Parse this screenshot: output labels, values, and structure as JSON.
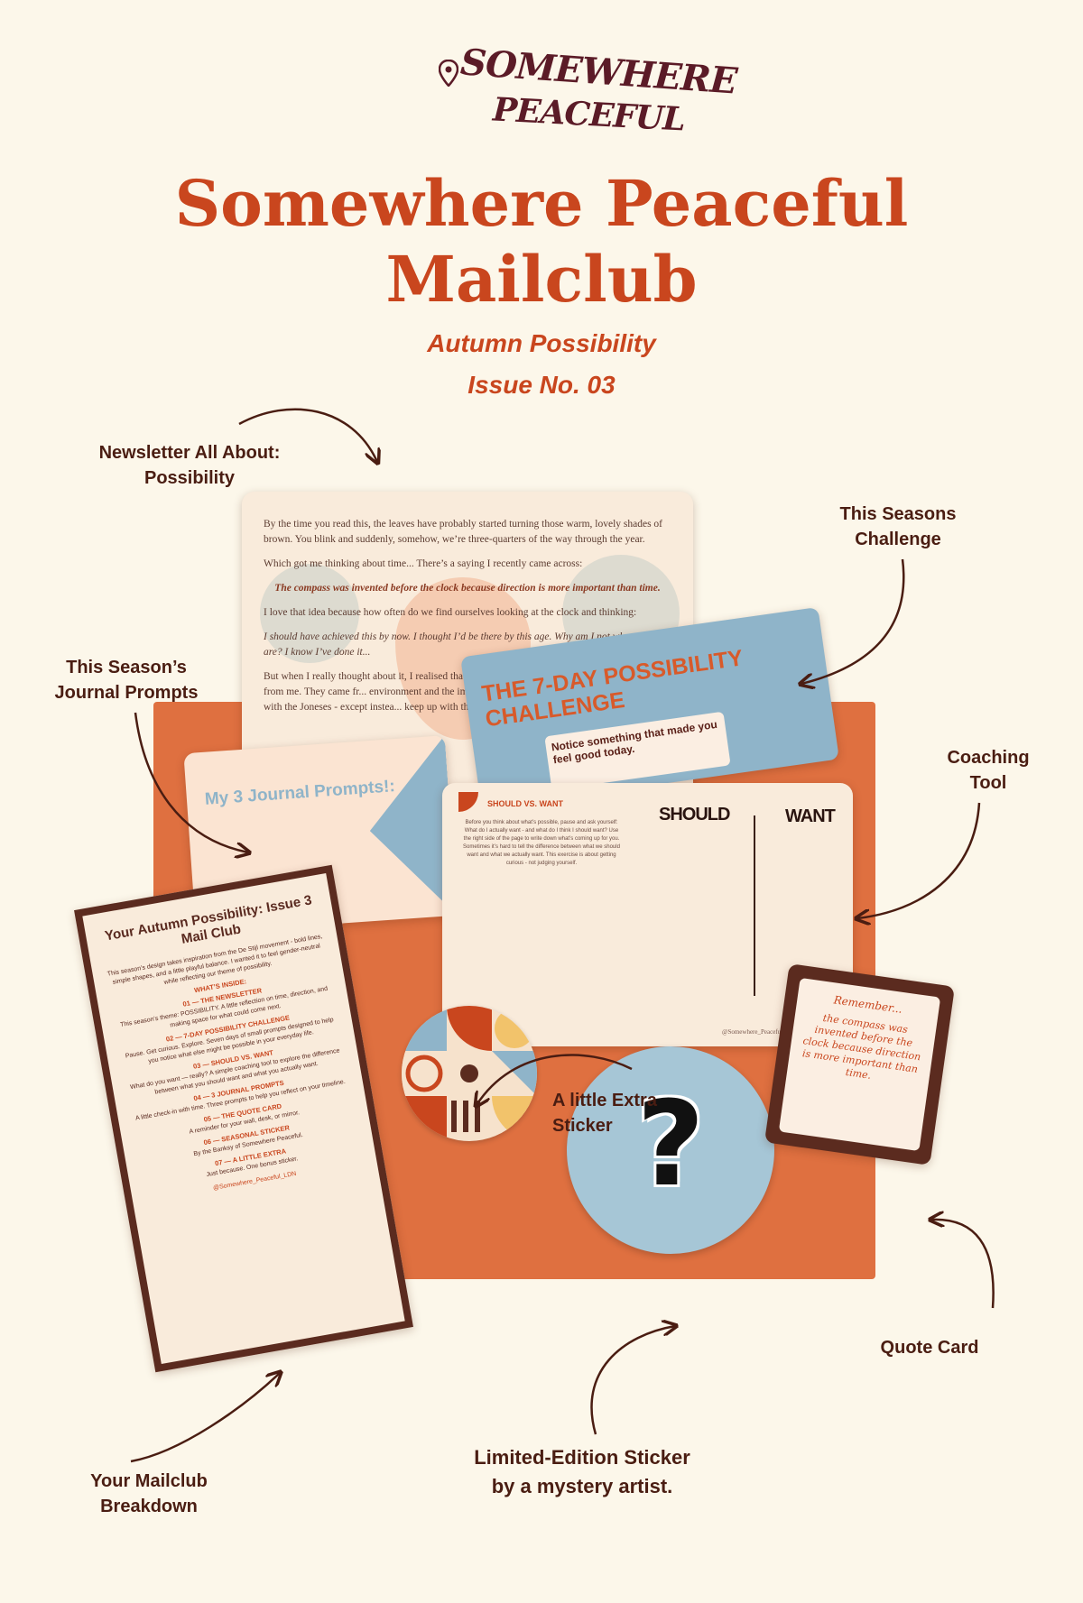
{
  "brand": {
    "logo_line1": "SOMEWHERE",
    "logo_line2": "PEACEFUL"
  },
  "header": {
    "title_line1": "Somewhere Peaceful",
    "title_line2": "Mailclub",
    "subtitle_line1": "Autumn Possibility",
    "subtitle_line2": "Issue No. 03"
  },
  "labels": {
    "newsletter": [
      "Newsletter All About:",
      "Possibility"
    ],
    "challenge": [
      "This Seasons",
      "Challenge"
    ],
    "journal": [
      "This Season’s",
      "Journal Prompts"
    ],
    "coaching": [
      "Coaching",
      "Tool"
    ],
    "extra_sticker": [
      "A little Extra",
      "Sticker"
    ],
    "quote_card": [
      "Quote Card"
    ],
    "limited_sticker": [
      "Limited-Edition Sticker",
      "by a mystery artist."
    ],
    "breakdown": [
      "Your Mailclub",
      "Breakdown"
    ]
  },
  "newsletter_card": {
    "p1": "By the time you read this, the leaves have probably started turning those warm, lovely shades of brown. You blink and suddenly, somehow, we’re three-quarters of the way through the year.",
    "p2": "Which got me thinking about time... There’s a saying I recently came across:",
    "quote": "The compass was invented before the clock because direction is more important than time.",
    "p3": "I love that idea because how often do we find ourselves looking at the clock and thinking:",
    "p4": "I should have achieved this by now. I thought I’d be there by this age. Why am I not where they are? I know I’ve done it...",
    "p5": "But when I really thought about it, I realised that some of the time... against didn’t actually come from me. They came fr... environment and the imaginary version of life I th... It’s like keeping up with the Joneses - except instea... keep up with their timeline."
  },
  "challenge_card": {
    "title_line1": "THE 7-DAY POSSIBILITY",
    "title_line2": "CHALLENGE",
    "day_text": "Notice something that made you feel good today."
  },
  "journal_card": {
    "title": "My 3 Journal Prompts!:"
  },
  "coaching_card": {
    "heading": "SHOULD VS. WANT",
    "should": "SHOULD",
    "want": "WANT",
    "body": "Before you think about what’s possible, pause and ask yourself: What do I actually want - and what do I think I should want? Use the right side of the page to write down what’s coming up for you. Sometimes it’s hard to tell the difference between what we should want and what we actually want. This exercise is about getting curious - not judging yourself.",
    "handle": "@Somewhere_Peaceful_LDN"
  },
  "breakdown_card": {
    "title": "Your Autumn Possibility: Issue 3 Mail Club",
    "intro": "This season’s design takes inspiration from the De Stijl movement - bold lines, simple shapes, and a little playful balance. I wanted it to feel gender-neutral while reflecting our theme of possibility.",
    "inside": "WHAT’S INSIDE:",
    "items": [
      {
        "h": "01 — THE NEWSLETTER",
        "t": "This season’s theme: POSSIBILITY. A little reflection on time, direction, and making space for what could come next."
      },
      {
        "h": "02 — 7-DAY POSSIBILITY CHALLENGE",
        "t": "Pause. Get curious. Explore. Seven days of small prompts designed to help you notice what else might be possible in your everyday life."
      },
      {
        "h": "03 — SHOULD VS. WANT",
        "t": "What do you want — really? A simple coaching tool to explore the difference between what you should want and what you actually want."
      },
      {
        "h": "04 — 3 JOURNAL PROMPTS",
        "t": "A little check-in with time. Three prompts to help you reflect on your timeline."
      },
      {
        "h": "05 — THE QUOTE CARD",
        "t": "A reminder for your wall, desk, or mirror."
      },
      {
        "h": "06 — SEASONAL STICKER",
        "t": "By the Banksy of Somewhere Peaceful."
      },
      {
        "h": "07 — A LITTLE EXTRA",
        "t": "Just because. One bonus sticker."
      }
    ],
    "handle": "@Somewhere_Peaceful_LDN"
  },
  "quote_card": {
    "remember": "Remember...",
    "text": "the compass was invented before the clock because direction is more important than time."
  },
  "mystery_sticker": {
    "symbol": "?"
  },
  "colors": {
    "background": "#fcf7ea",
    "accent": "#c9461e",
    "envelope": "#df7040",
    "brown": "#5b2b1f",
    "blue": "#8fb4c9"
  }
}
